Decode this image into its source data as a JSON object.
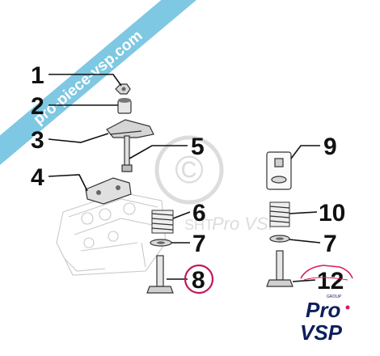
{
  "callouts": {
    "c1": "1",
    "c2": "2",
    "c3": "3",
    "c4": "4",
    "c5": "5",
    "c6": "6",
    "c7a": "7",
    "c7b": "7",
    "c8": "8",
    "c9": "9",
    "c10": "10",
    "c12": "12"
  },
  "banner": {
    "text": "pro-piece-vsp.com"
  },
  "watermark": {
    "text": "Pro VSP",
    "copyright_symbol": "©",
    "prefix": "SHT"
  },
  "logo": {
    "line1": "Pro",
    "line2": "VSP",
    "tag": "GROUP"
  },
  "colors": {
    "banner": "#7ec8e3",
    "highlight_circle": "#c2185b",
    "logo_text": "#0d1f5c",
    "logo_accent": "#d81b60",
    "part_fill": "#e6e6e6",
    "part_dark": "#666666"
  }
}
